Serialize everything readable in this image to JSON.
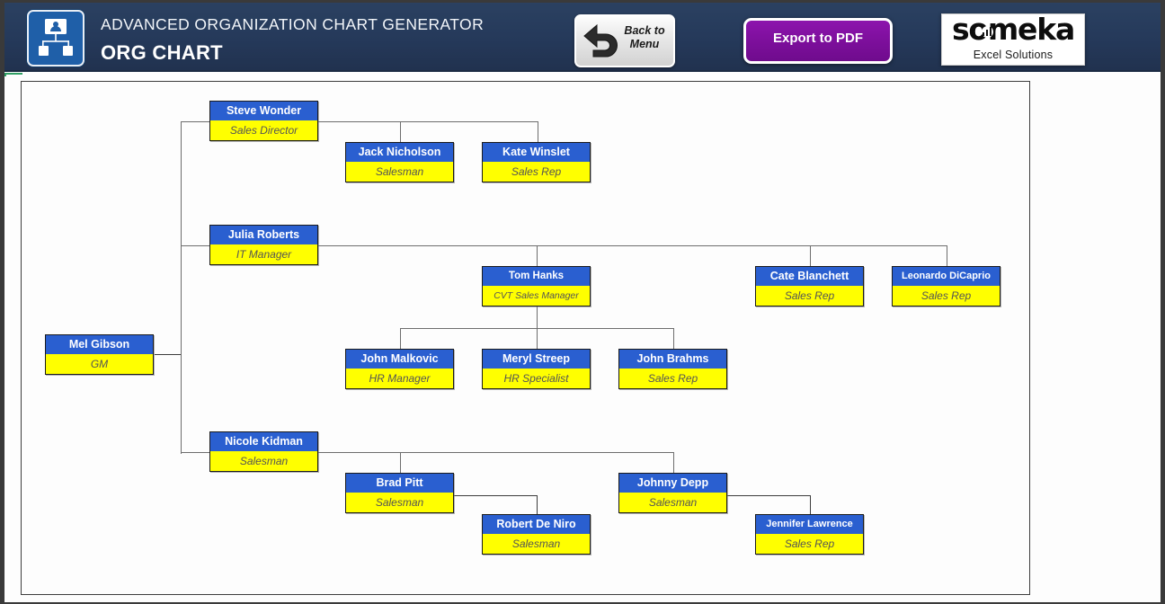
{
  "header": {
    "app_icon": "org-chart-icon",
    "subtitle": "ADVANCED ORGANIZATION CHART GENERATOR",
    "title": "ORG CHART",
    "back_button": {
      "line1": "Back to",
      "line2": "Menu",
      "icon": "back-arrow-icon"
    },
    "export_button": {
      "label": "Export to PDF"
    },
    "brand": {
      "name": "someka",
      "tagline": "Excel Solutions"
    },
    "colors": {
      "header_bg": "#25395a",
      "export_purple": "#7d0f9c",
      "node_name_blue": "#2a5fd0",
      "node_title_yellow": "#ffff00",
      "connector_gray": "#6d6d6d",
      "selection_green": "#2f9e63"
    }
  },
  "chart_data": {
    "type": "diagram",
    "title": "ORG CHART",
    "nodes": [
      {
        "id": "mel",
        "name": "Mel Gibson",
        "title": "GM"
      },
      {
        "id": "steve",
        "name": "Steve Wonder",
        "title": "Sales Director"
      },
      {
        "id": "jack",
        "name": "Jack Nicholson",
        "title": "Salesman"
      },
      {
        "id": "kate",
        "name": "Kate Winslet",
        "title": "Sales Rep"
      },
      {
        "id": "julia",
        "name": "Julia Roberts",
        "title": "IT Manager"
      },
      {
        "id": "tom",
        "name": "Tom Hanks",
        "title": "CVT Sales Manager"
      },
      {
        "id": "cate",
        "name": "Cate Blanchett",
        "title": "Sales Rep"
      },
      {
        "id": "leonardo",
        "name": "Leonardo DiCaprio",
        "title": "Sales Rep"
      },
      {
        "id": "johnm",
        "name": "John Malkovic",
        "title": "HR Manager"
      },
      {
        "id": "meryl",
        "name": "Meryl Streep",
        "title": "HR Specialist"
      },
      {
        "id": "johnb",
        "name": "John Brahms",
        "title": "Sales Rep"
      },
      {
        "id": "nicole",
        "name": "Nicole Kidman",
        "title": "Salesman"
      },
      {
        "id": "brad",
        "name": "Brad Pitt",
        "title": "Salesman"
      },
      {
        "id": "robert",
        "name": "Robert De Niro",
        "title": "Salesman"
      },
      {
        "id": "johnny",
        "name": "Johnny Depp",
        "title": "Salesman"
      },
      {
        "id": "jennifer",
        "name": "Jennifer Lawrence",
        "title": "Sales Rep"
      }
    ],
    "edges": [
      {
        "from": "mel",
        "to": "steve"
      },
      {
        "from": "mel",
        "to": "julia"
      },
      {
        "from": "mel",
        "to": "nicole"
      },
      {
        "from": "steve",
        "to": "jack"
      },
      {
        "from": "steve",
        "to": "kate"
      },
      {
        "from": "julia",
        "to": "tom"
      },
      {
        "from": "julia",
        "to": "cate"
      },
      {
        "from": "julia",
        "to": "leonardo"
      },
      {
        "from": "tom",
        "to": "johnm"
      },
      {
        "from": "tom",
        "to": "meryl"
      },
      {
        "from": "tom",
        "to": "johnb"
      },
      {
        "from": "nicole",
        "to": "brad"
      },
      {
        "from": "nicole",
        "to": "johnny"
      },
      {
        "from": "brad",
        "to": "robert"
      },
      {
        "from": "johnny",
        "to": "jennifer"
      }
    ]
  }
}
